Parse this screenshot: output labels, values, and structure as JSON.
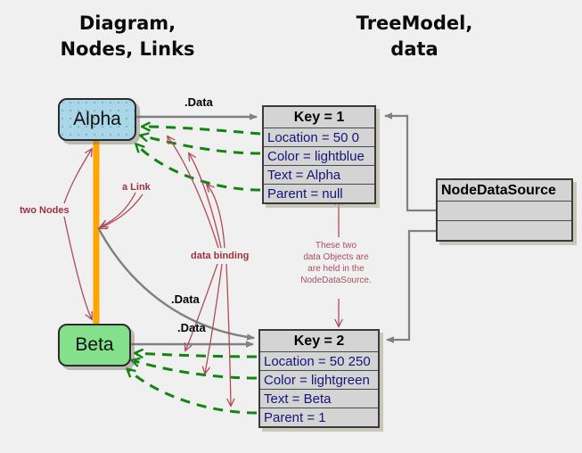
{
  "titles": {
    "left": "Diagram,\nNodes, Links",
    "right": "TreeModel,\ndata"
  },
  "diagram": {
    "nodes": [
      {
        "label": "Alpha",
        "color": "#a9d7e8"
      },
      {
        "label": "Beta",
        "color": "#84e08a"
      }
    ],
    "link_color": "#ffa500",
    "link_labels": [
      {
        "text": ".Data"
      },
      {
        "text": ".Data"
      },
      {
        "text": ".Data"
      }
    ]
  },
  "model": {
    "tables": [
      {
        "name": "key-1-table",
        "header": "Key = 1",
        "rows": [
          "Location = 50 0",
          "Color = lightblue",
          "Text = Alpha",
          "Parent = null"
        ]
      },
      {
        "name": "key-2-table",
        "header": "Key = 2",
        "rows": [
          "Location = 50 250",
          "Color = lightgreen",
          "Text = Beta",
          "Parent = 1"
        ]
      },
      {
        "name": "node-data-source-table",
        "header": "NodeDataSource",
        "rows": [
          "",
          ""
        ]
      }
    ]
  },
  "annotations": {
    "two_nodes": "two Nodes",
    "a_link": "a Link",
    "data_binding": "data binding",
    "held_in_source": "These two\ndata Objects are\nare held in the\nNodeDataSource.",
    "color": "#a03040"
  },
  "colors": {
    "background": "#f0f0f0",
    "binding_arrow": "#128412",
    "link_arrow": "#808080",
    "annotation_arrow": "#b04a58",
    "orange_link": "#ffa500"
  }
}
